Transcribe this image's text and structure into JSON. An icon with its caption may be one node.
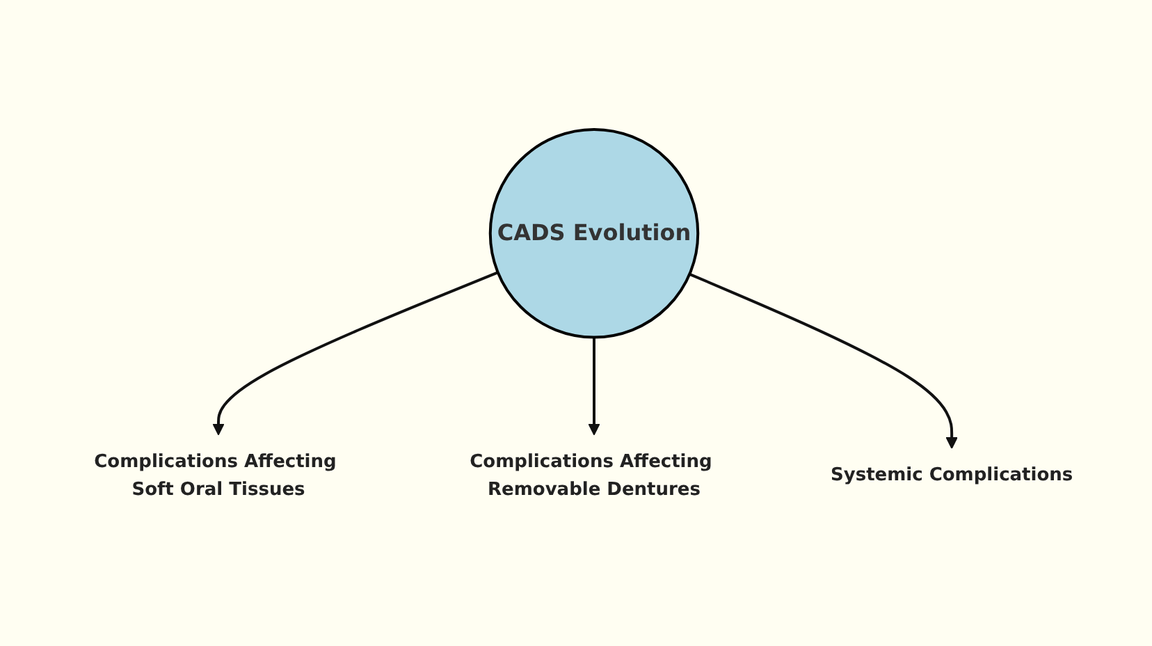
{
  "diagram": {
    "nodes": [
      {
        "text": [
          "CADS Evolution"
        ]
      },
      {
        "text": [
          "Complications Affecting Soft Oral Tissues"
        ]
      },
      {
        "text": [
          "Complications Affecting Removable Dentures"
        ]
      },
      {
        "text": [
          "Systemic Complications"
        ]
      }
    ],
    "edges": [
      {
        "from": 0,
        "to": 1,
        "arrow": "to"
      },
      {
        "from": 0,
        "to": 2,
        "arrow": "to"
      },
      {
        "from": 0,
        "to": 3,
        "arrow": "to"
      }
    ]
  }
}
